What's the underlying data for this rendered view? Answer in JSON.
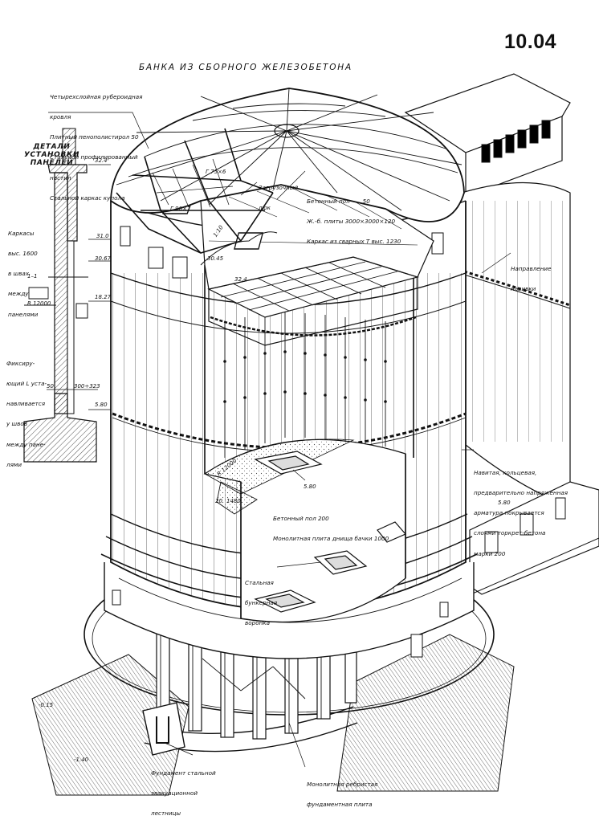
{
  "sheet_number": "10.04",
  "title": "БАНКА ИЗ СБОРНОГО ЖЕЛЕЗОБЕТОНА",
  "details": {
    "title_lines": [
      "ДЕТАЛИ",
      "УСТАНОВКИ",
      "ПАНЕЛЕЙ"
    ],
    "section_mark": "1–1",
    "radius": "R 12000",
    "frame_note": [
      "Каркасы",
      "выс. 1600",
      "в швах",
      "между",
      "панелями"
    ],
    "fix_note": [
      "Фиксиру-",
      "ющий L уста-",
      "навливается",
      "у швов",
      "между пане-",
      "лями"
    ],
    "dims": {
      "d_32_4": "32.4",
      "d_31_0": "31.0",
      "d_30_67": "30.67",
      "d_18_27": "18.27",
      "d_5_80": "5.80",
      "d_50": "50",
      "d_300": "300÷323"
    }
  },
  "labels": {
    "roof_layers": [
      "Четырехслойная рубероидная",
      "кровля",
      "Плитный пенополистирол 50",
      "Стальной профилированный",
      "настил",
      "Стальной каркас купола"
    ],
    "hatch": [
      "Загрузочный",
      "люк"
    ],
    "concrete_floor": [
      "Бетонный пол       50",
      "Ж.-б. плиты 3000×3000×120",
      "Каркас из сварных Т выс. 1230"
    ],
    "direction": [
      "Направление",
      "навивки"
    ],
    "winding": [
      "Навитая, кольцевая,",
      "предварительно напряженная",
      "арматура покрывается",
      "слоями торкрет-бетона",
      "марки 200"
    ],
    "floor200": [
      "Бетонный пол 200",
      "Монолитная плита днища бачки 1000"
    ],
    "steel_hopper": [
      "Стальная",
      "бункерная",
      "воронка"
    ],
    "foundation_stair": [
      "Фундамент стальной",
      "эвакуационной",
      "лестницы"
    ],
    "ribbed_slab": [
      "Монолитная ребристая",
      "фундаментная плита"
    ],
    "profile_t1": "Г 75×6",
    "profile_t2": "Г 90×7",
    "rad_dome": "R 12000",
    "dims": {
      "d_32_4": "32.4",
      "d_30_45": "30.45",
      "d_1_10": "1:10",
      "d_5_80a": "5.80",
      "d_5_80b": "5.80",
      "d_20": "20",
      "d_1480": "1480",
      "d_m015": "-0.15",
      "d_m140": "-1.40"
    }
  }
}
